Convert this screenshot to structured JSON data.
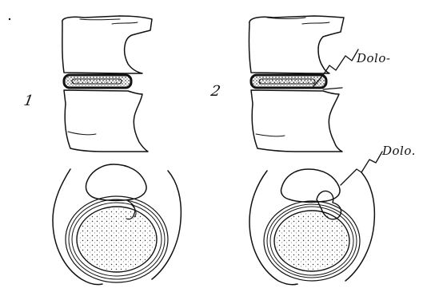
{
  "figure": {
    "panel_1": {
      "number": "1"
    },
    "panel_2": {
      "number": "2",
      "label_disc": "Dolo-",
      "label_nerve": "Dolo."
    }
  },
  "colors": {
    "ink": "#111111",
    "paper": "#ffffff",
    "speckle": "#333333"
  }
}
